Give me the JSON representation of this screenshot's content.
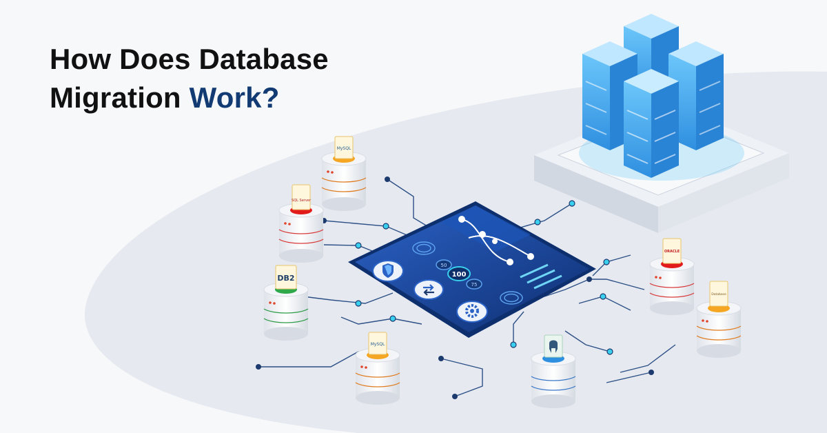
{
  "headline": {
    "line1": "How Does Database",
    "line2_plain": "Migration ",
    "line2_accent": "Work?"
  },
  "hub": {
    "chip_small_left": "50",
    "chip_center": "100",
    "chip_small_right": "75"
  },
  "databases": {
    "db2_label": "DB2",
    "oracle_label": "ORACLE",
    "sqlserver_label": "SQL Server",
    "mysql_top_label": "MySQL",
    "mysql_bottom_label": "MySQL",
    "other_label": "Database"
  },
  "colors": {
    "headline_text": "#111111",
    "headline_accent": "#123a73",
    "backdrop": "#e6eaf0",
    "hub_dark": "#123a86",
    "hub_light": "#2b62c6",
    "server_blue": "#3aa6ee",
    "connector": "#2c4f86",
    "node_cyan": "#39d0ef"
  },
  "icons": [
    "shield-icon",
    "swap-arrows-icon",
    "gear-icon",
    "dna-network-icon",
    "server-rack-icon",
    "database-cylinder-icon"
  ]
}
